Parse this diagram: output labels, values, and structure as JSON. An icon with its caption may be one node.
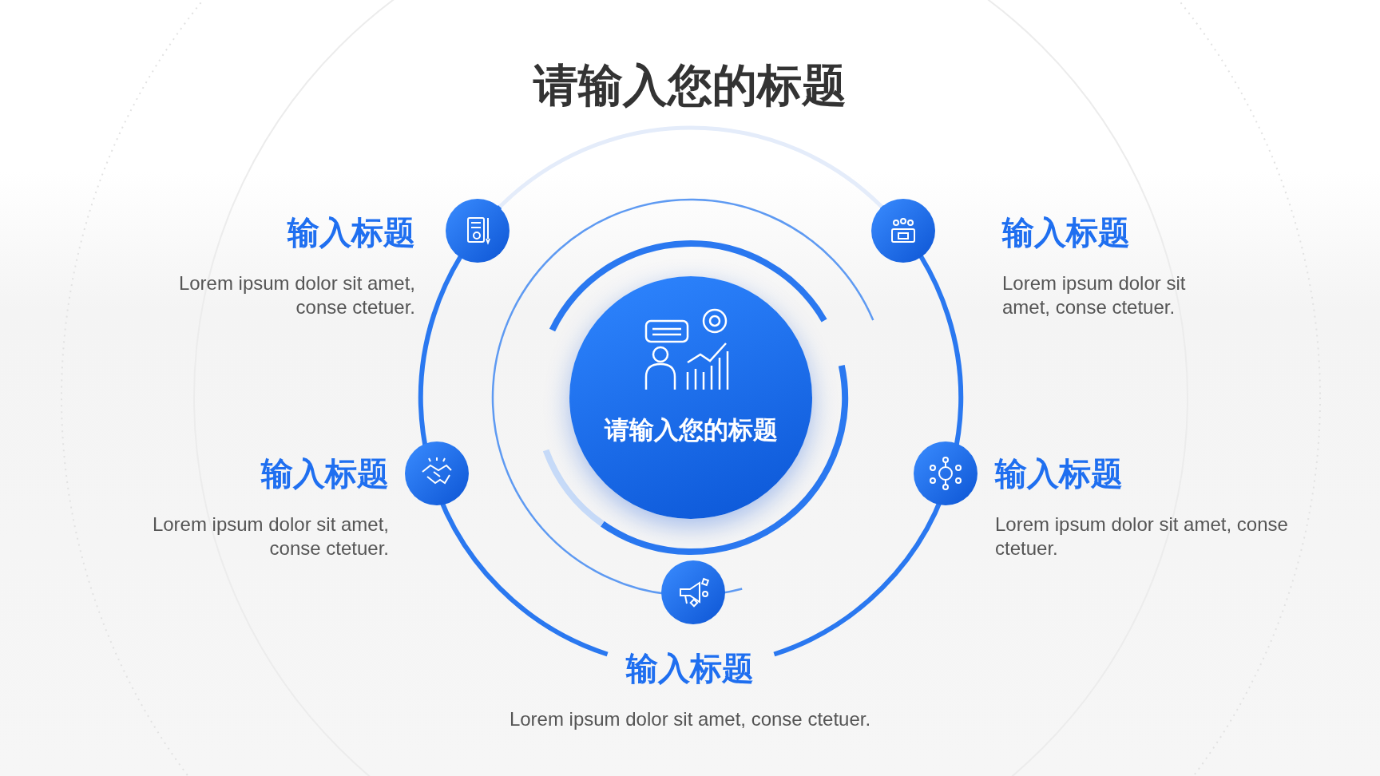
{
  "diagram": {
    "title": "请输入您的标题",
    "nodes": [
      {
        "text": [
          "请输入您的标题"
        ]
      },
      {
        "text": [
          "输入标题",
          "Lorem ipsum dolor sit amet, conse ctetuer."
        ]
      },
      {
        "text": [
          "输入标题",
          "Lorem ipsum dolor sit amet, conse ctetuer."
        ]
      },
      {
        "text": [
          "输入标题",
          "Lorem ipsum dolor sit amet, conse ctetuer."
        ]
      },
      {
        "text": [
          "输入标题",
          "Lorem ipsum dolor sit amet, conse ctetuer."
        ]
      },
      {
        "text": [
          "输入标题",
          "Lorem ipsum dolor sit amet, conse ctetuer."
        ]
      }
    ]
  }
}
